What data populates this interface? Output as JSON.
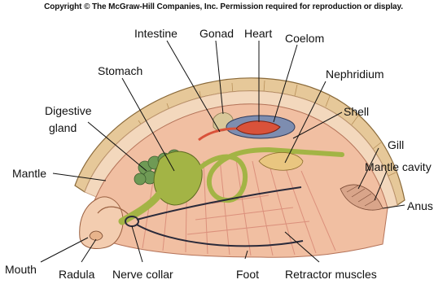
{
  "copyright": "Copyright © The McGraw-Hill Companies, Inc. Permission required for reproduction or display.",
  "labels": {
    "intestine": "Intestine",
    "gonad": "Gonad",
    "heart": "Heart",
    "coelom": "Coelom",
    "stomach": "Stomach",
    "nephridium": "Nephridium",
    "digestive_gland_1": "Digestive",
    "digestive_gland_2": "gland",
    "shell": "Shell",
    "gill": "Gill",
    "mantle": "Mantle",
    "mantle_cavity": "Mantle cavity",
    "anus": "Anus",
    "mouth": "Mouth",
    "radula": "Radula",
    "nerve_collar": "Nerve collar",
    "foot": "Foot",
    "retractor_muscles": "Retractor muscles"
  },
  "colors": {
    "shell": "#e6c899",
    "shell_ridge": "#b8905a",
    "mantle": "#f3d8bd",
    "foot": "#f1bfa2",
    "muscle_lines": "#d98b78",
    "gut_green": "#a3b445",
    "gland_green": "#6f9a55",
    "heart_red": "#d9523a",
    "coelom_blue": "#7d8db0",
    "gill": "#d9a58a",
    "nerve": "#2a2a3a"
  }
}
